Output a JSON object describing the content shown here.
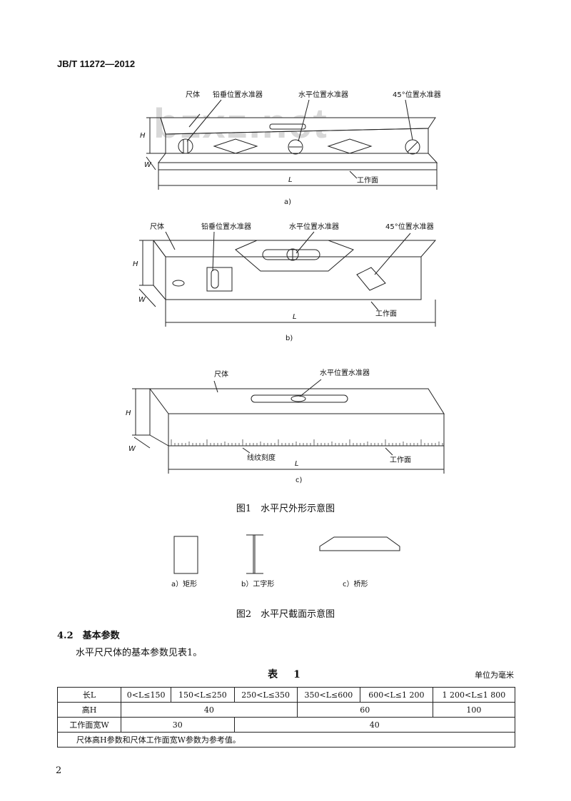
{
  "header": {
    "standard": "JB/T 11272—2012"
  },
  "watermark": "bzxz.net",
  "figure1": {
    "a": {
      "ruler_body": "尺体",
      "plumb_vial": "铅垂位置水准器",
      "level_vial": "水平位置水准器",
      "vial_45": "45°位置水准器",
      "work_face": "工作面",
      "H": "H",
      "W": "W",
      "L": "L",
      "sub": "a)"
    },
    "b": {
      "ruler_body": "尺体",
      "plumb_vial": "铅垂位置水准器",
      "level_vial": "水平位置水准器",
      "vial_45": "45°位置水准器",
      "work_face": "工作面",
      "H": "H",
      "W": "W",
      "L": "L",
      "sub": "b)"
    },
    "c": {
      "ruler_body": "尺体",
      "level_vial": "水平位置水准器",
      "scale": "线纹刻度",
      "work_face": "工作面",
      "H": "H",
      "W": "W",
      "L": "L",
      "sub": "c)"
    },
    "caption": "图1　水平尺外形示意图"
  },
  "figure2": {
    "a": "a）矩形",
    "b": "b）工字形",
    "c": "c）桥形",
    "caption": "图2　水平尺截面示意图"
  },
  "section": {
    "heading": "4.2　基本参数",
    "paragraph": "水平尺尺体的基本参数见表1。"
  },
  "table1": {
    "caption": "表　1",
    "unit": "单位为毫米",
    "row_length": {
      "label": "长L",
      "cells": [
        "0<L≤150",
        "150<L≤250",
        "250<L≤350",
        "350<L≤600",
        "600<L≤1 200",
        "1 200<L≤1 800"
      ]
    },
    "row_height": {
      "label": "高H",
      "cells": [
        "40",
        "60",
        "100"
      ]
    },
    "row_width": {
      "label": "工作面宽W",
      "cells": [
        "30",
        "40"
      ]
    },
    "note": "尺体高H参数和尺体工作面宽W参数为参考值。"
  },
  "page_number": "2"
}
